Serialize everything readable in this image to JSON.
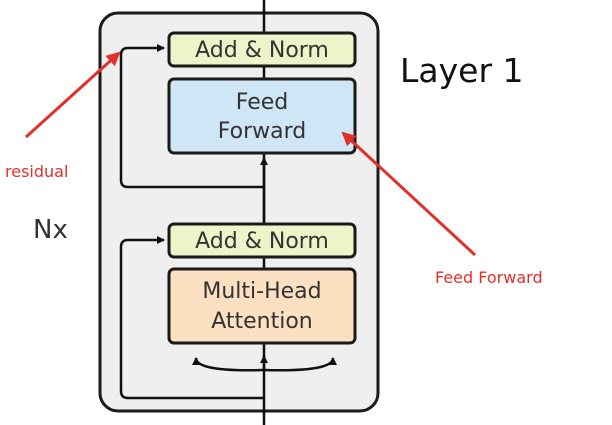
{
  "diagram": {
    "layer_title": "Layer 1",
    "repeat_label": "Nx",
    "blocks": {
      "add_norm_top": "Add & Norm",
      "feed_forward": [
        "Feed",
        "Forward"
      ],
      "add_norm_bottom": "Add & Norm",
      "attention": [
        "Multi-Head",
        "Attention"
      ]
    },
    "annotations": {
      "residual": "residual",
      "feed_forward": "Feed Forward"
    },
    "colors": {
      "add_norm_fill": "#eef3c9",
      "feed_forward_fill": "#cfe6f6",
      "attention_fill": "#fbe0c2",
      "container_fill": "#efefef",
      "annotation": "#e0302b"
    }
  }
}
